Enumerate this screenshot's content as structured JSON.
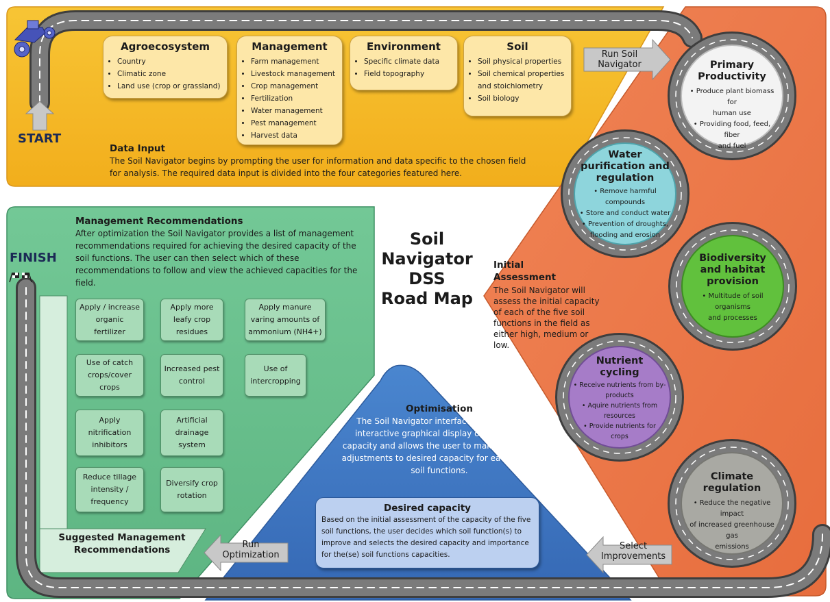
{
  "start_label": "START",
  "finish_label": "FINISH",
  "title": [
    "Soil",
    "Navigator",
    "DSS",
    "Road Map"
  ],
  "data_input": {
    "heading": "Data Input",
    "text": "The Soil Navigator begins by prompting the user for information and data specific to the chosen field for analysis. The required data input is divided into the four categories featured here."
  },
  "categories": [
    {
      "title": "Agroecosystem",
      "items": [
        "Country",
        "Climatic zone",
        "Land use (crop or grassland)"
      ]
    },
    {
      "title": "Management",
      "items": [
        "Farm management",
        "Livestock management",
        "Crop management",
        "Fertilization",
        "Water management",
        "Pest management",
        "Harvest data"
      ]
    },
    {
      "title": "Environment",
      "items": [
        "Specific climate data",
        "Field topography"
      ]
    },
    {
      "title": "Soil",
      "items": [
        "Soil physical properties",
        "Soil chemical properties and stoichiometry",
        "Soil biology"
      ]
    }
  ],
  "arrows": {
    "run_soil_navigator": [
      "Run Soil",
      "Navigator"
    ],
    "select_improvements": [
      "Select",
      "Improvements"
    ],
    "run_optimization": [
      "Run",
      "Optimization"
    ]
  },
  "functions": [
    {
      "title": [
        "Primary",
        "Productivity"
      ],
      "items": [
        "• Produce plant biomass for",
        "human use",
        "• Providing food, feed, fiber",
        "and fuel"
      ],
      "color": "#f2f2f2"
    },
    {
      "title": [
        "Water",
        "purification and",
        "regulation"
      ],
      "items": [
        "• Remove harmful compounds",
        "• Store and conduct water",
        "• Prevention of droughts,",
        "flooding and erosion"
      ],
      "color": "#8fd3da"
    },
    {
      "title": [
        "Biodiversity",
        "and habitat",
        "provision"
      ],
      "items": [
        "• Multitude of soil organisms",
        "and processes"
      ],
      "color": "#5fbf3a"
    },
    {
      "title": [
        "Nutrient",
        "cycling"
      ],
      "items": [
        "• Receive nutrients from by-",
        "products",
        "• Aquire nutrients from",
        "resources",
        "• Provide nutrients for",
        "crops"
      ],
      "color": "#a57bc8"
    },
    {
      "title": [
        "Climate",
        "regulation"
      ],
      "items": [
        "• Reduce the negative impact",
        "of increased greenhouse gas",
        "emissions"
      ],
      "color": "#a9a9a3"
    }
  ],
  "initial_assessment": {
    "heading": "Initial Assessment",
    "text": "The Soil Navigator will assess the initial capacity of each of the five soil functions in the field as either high, medium or low."
  },
  "management_recommendations": {
    "heading": "Management Recommendations",
    "text": "After optimization the Soil Navigator provides a list of management recommendations required for achieving the desired capacity of the soil functions. The user can then select which of these recommendations to follow and view the achieved capacities for the field."
  },
  "recommendations": [
    "Apply / increase organic fertilizer",
    "Apply more leafy crop residues",
    "Apply manure varing amounts of ammonium (NH4+)",
    "Use of catch crops/cover crops",
    "Increased pest control",
    "Use of intercropping",
    "Apply nitrification inhibitors",
    "Artificial drainage system",
    "Reduce tillage intensity / frequency",
    "Diversify crop rotation"
  ],
  "suggested_label": [
    "Suggested Management",
    "Recommendations"
  ],
  "optimisation": {
    "heading": "Optimisation",
    "text": "The Soil Navigator interface provides an interactive graphical display of the initial capacity and allows the user to make real-time adjustments to desired capacity for each of the soil functions."
  },
  "desired_capacity": {
    "heading": "Desired capacity",
    "text": "Based on the initial assessment of the capacity of the five soil functions, the user decides which soil function(s) to improve and selects the desired capacity and importance for the(se) soil functions capacities."
  },
  "colors": {
    "data_input_panel": "#f4b624",
    "assessment_panel": "#ee7a4a",
    "recommendations_panel": "#6cc18e",
    "optimisation_panel": "#3f77c2",
    "road": "#5b5b5b",
    "category_box": "#fde7a8",
    "recommendation_box": "#a8dbb8",
    "desired_box": "#b9cdef"
  }
}
